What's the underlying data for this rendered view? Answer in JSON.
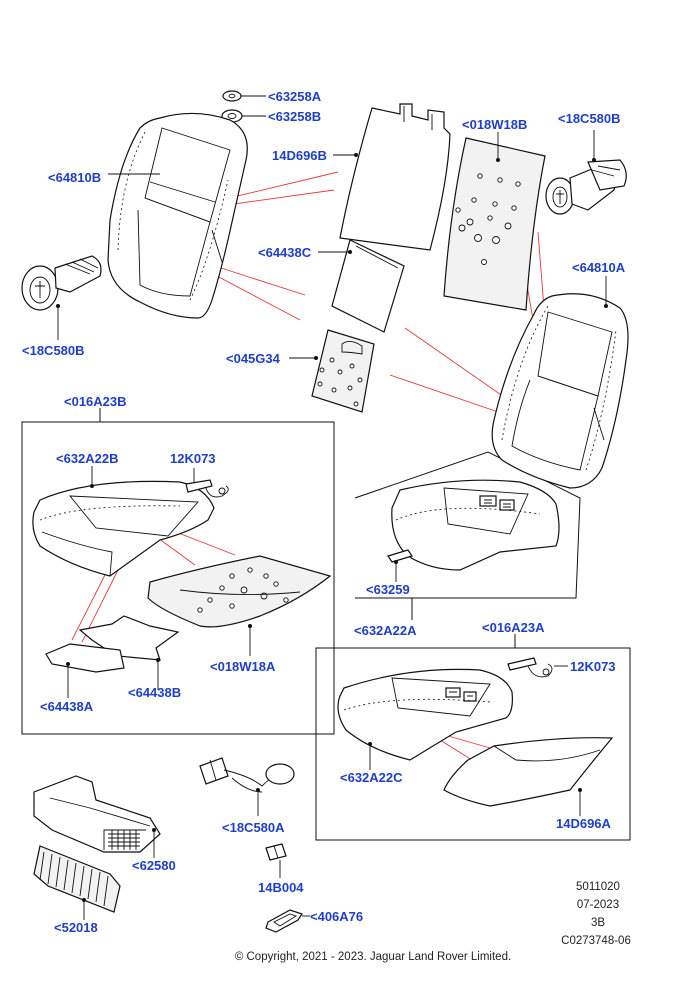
{
  "labels": {
    "l63258a": "<63258A",
    "l63258b": "<63258B",
    "l018w18b": "<018W18B",
    "l18c580b_top": "<18C580B",
    "l64810b": "<64810B",
    "l14d696b": "14D696B",
    "l64438c": "<64438C",
    "l64810a": "<64810A",
    "l18c580b_left": "<18C580B",
    "l045g34": "<045G34",
    "l016a23b": "<016A23B",
    "l632a22b": "<632A22B",
    "l12k073_left": "12K073",
    "l018w18a": "<018W18A",
    "l64438a": "<64438A",
    "l64438b": "<64438B",
    "l63259": "<63259",
    "l632a22a": "<632A22A",
    "l016a23a": "<016A23A",
    "l12k073_right": "12K073",
    "l632a22c": "<632A22C",
    "l14d696a": "14D696A",
    "l18c580a": "<18C580A",
    "l62580": "<62580",
    "l14b004": "14B004",
    "l52018": "<52018",
    "l406a76": "<406A76"
  },
  "info": {
    "ref": "5011020",
    "date": "07-2023",
    "variant": "3B",
    "code": "C0273748-06"
  },
  "copyright": "© Copyright, 2021 - 2023. Jaguar Land Rover Limited."
}
